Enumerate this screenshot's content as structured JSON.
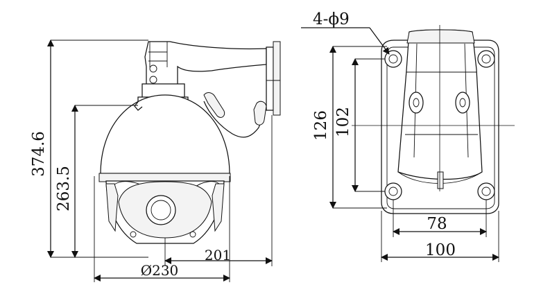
{
  "dimensions": {
    "mounting_holes": "4-ϕ9",
    "overall_height": "374.6",
    "dome_height": "263.5",
    "arm_projection": "201",
    "dome_diameter": "Ø230",
    "plate_height": "126",
    "hole_spacing_vertical": "102",
    "hole_spacing_horizontal": "78",
    "plate_width": "100"
  }
}
